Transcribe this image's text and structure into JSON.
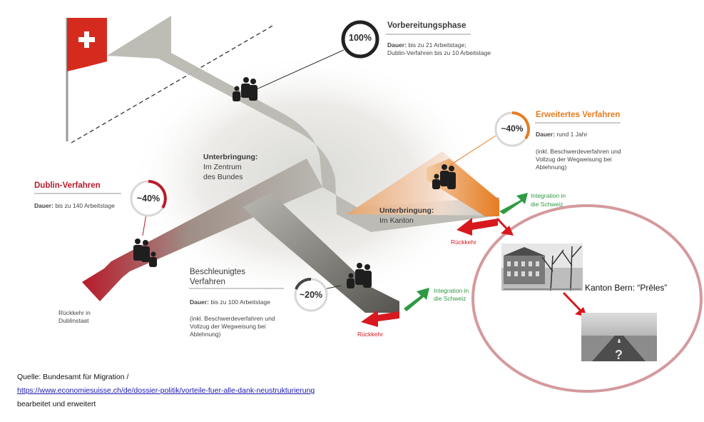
{
  "phases": {
    "vorbereitung": {
      "title": "Vorbereitungsphase",
      "percent": "100%",
      "duration_label": "Dauer:",
      "duration_text": "bis zu 21 Arbeitstage;",
      "duration_line2": "Dublin-Verfahren bis zu 10 Arbeitstage"
    },
    "erweitert": {
      "title": "Erweitertes Verfahren",
      "percent": "~40%",
      "duration_label": "Dauer:",
      "duration_text": "rund 1 Jahr",
      "note_line1": "(inkl. Beschwerdeverfahren und",
      "note_line2": "Vollzug der Wegweisung bei",
      "note_line3": "Ablehnung)"
    },
    "dublin": {
      "title": "Dublin-Verfahren",
      "percent": "~40%",
      "duration_label": "Dauer:",
      "duration_text": "bis zu 140 Arbeitstage"
    },
    "beschleunigt": {
      "title_line1": "Beschleunigtes",
      "title_line2": "Verfahren",
      "percent": "~20%",
      "duration_label": "Dauer:",
      "duration_text": "bis zu 100 Arbeitstage",
      "note_line1": "(inkl. Beschwerdeverfahren und",
      "note_line2": "Vollzug der Wegweisung bei",
      "note_line3": "Ablehnung)"
    }
  },
  "labels": {
    "unterbringung_bund_1": "Unterbringung:",
    "unterbringung_bund_2": "Im Zentrum",
    "unterbringung_bund_3": "des Bundes",
    "unterbringung_kanton_1": "Unterbringung:",
    "unterbringung_kanton_2": "Im Kanton",
    "rueckkehr_dublin_1": "Rückkehr in",
    "rueckkehr_dublin_2": "Dublinstaat",
    "rueckkehr_1": "Rückkehr",
    "rueckkehr_2": "Rückkehr",
    "integration_1_l1": "Integration in",
    "integration_1_l2": "die Schweiz",
    "integration_2_l1": "Integration in",
    "integration_2_l2": "die Schweiz",
    "kanton_bern": "Kanton Bern: “Prêles”"
  },
  "source": {
    "line1": "Quelle: Bundesamt für Migration /",
    "url": "https://www.economiesuisse.ch/de/dossier-politik/vorteile-fuer-alle-dank-neustrukturierung",
    "line3": "bearbeitet und erweitert"
  },
  "colors": {
    "grey_path": "#b9b8b1",
    "dark_grey": "#55544f",
    "dublin_red": "#b81a2a",
    "orange": "#e57c22",
    "green": "#2f9a44",
    "return_red": "#d7191f",
    "ellipse": "#d49a9d"
  }
}
